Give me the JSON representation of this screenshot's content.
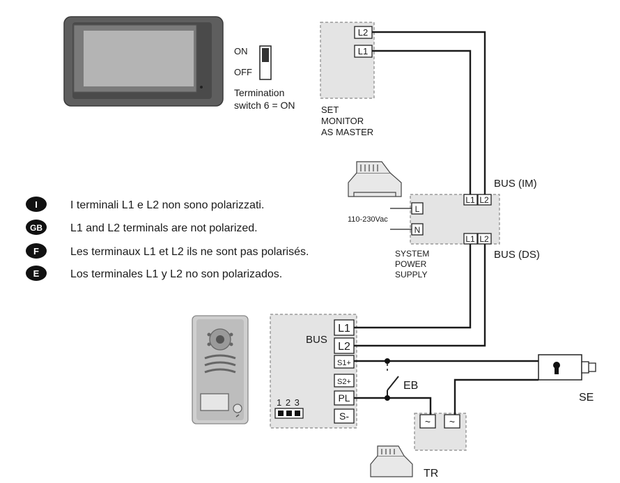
{
  "monitor": {
    "on_label": "ON",
    "off_label": "OFF",
    "termination_line1": "Termination",
    "termination_line2": "switch 6 = ON"
  },
  "monitor_terminals": {
    "l2": "L2",
    "l1": "L1",
    "caption_line1": "SET",
    "caption_line2": "MONITOR",
    "caption_line3": "AS MASTER"
  },
  "power_supply": {
    "bus_im": "BUS (IM)",
    "bus_ds": "BUS (DS)",
    "voltage": "110-230Vac",
    "term_l": "L",
    "term_n": "N",
    "top_l1": "L1",
    "top_l2": "L2",
    "bot_l1": "L1",
    "bot_l2": "L2",
    "caption_line1": "SYSTEM",
    "caption_line2": "POWER",
    "caption_line3": "SUPPLY"
  },
  "notes": [
    {
      "badge": "I",
      "text": "I terminali L1 e L2 non sono polarizzati."
    },
    {
      "badge": "GB",
      "text": "L1 and L2 terminals are not polarized."
    },
    {
      "badge": "F",
      "text": "Les terminaux L1 et L2 ils ne sont pas polarisés."
    },
    {
      "badge": "E",
      "text": "Los terminales L1 y L2 no son polarizados."
    }
  ],
  "door_panel": {
    "bus_label": "BUS",
    "l1": "L1",
    "l2": "L2",
    "s1": "S1+",
    "s2": "S2+",
    "pl": "PL",
    "s_minus": "S-",
    "dip_labels": "1 2 3"
  },
  "components": {
    "eb": "EB",
    "se": "SE",
    "tr": "TR",
    "tr_term1": "~",
    "tr_term2": "~"
  }
}
